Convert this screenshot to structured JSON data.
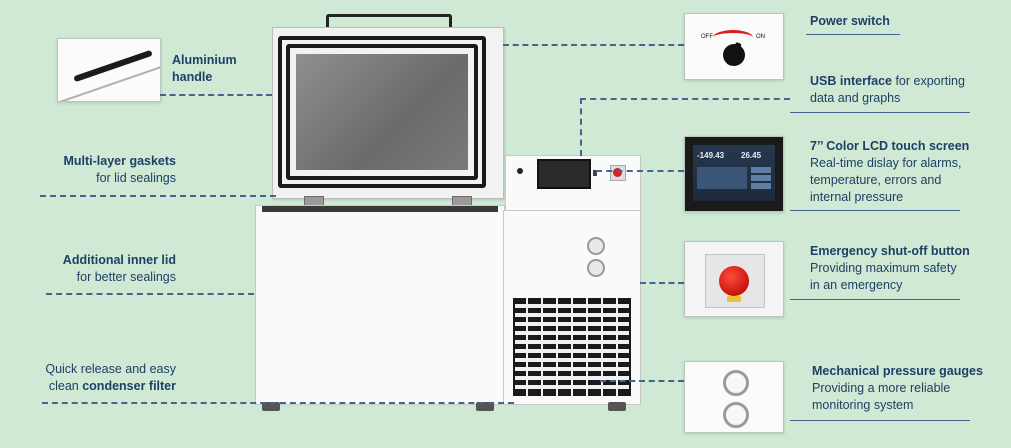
{
  "left_callouts": {
    "handle": {
      "line1": "Aluminium",
      "line2": "handle"
    },
    "gaskets": {
      "bold": "Multi-layer gaskets",
      "normal": "for lid sealings"
    },
    "inner_lid": {
      "bold": "Additional inner lid",
      "normal": "for better sealings"
    },
    "condenser": {
      "line1": "Quick release and easy",
      "normal": "clean",
      "bold": "condenser filter"
    }
  },
  "right_callouts": {
    "power": {
      "title": "Power switch",
      "off_text": "OFF",
      "on_text": "ON"
    },
    "usb": {
      "bold": "USB interface",
      "rest": " for exporting",
      "line2": "data and graphs"
    },
    "lcd": {
      "title": "7’’ Color LCD touch screen",
      "line1": "Real-time dislay for alarms,",
      "line2": "temperature, errors and",
      "line3": "internal pressure",
      "reading1": "-149.43",
      "reading2": "26.45"
    },
    "emergency": {
      "title": "Emergency shut-off button",
      "line1": "Providing maximum safety",
      "line2": "in an emergency"
    },
    "gauges": {
      "title": "Mechanical pressure gauges",
      "line1": "Providing a more reliable",
      "line2": "monitoring system"
    }
  },
  "colors": {
    "background": "#cfe9d4",
    "text": "#1f3f66",
    "line": "#44658f",
    "button": "#d9201f"
  }
}
